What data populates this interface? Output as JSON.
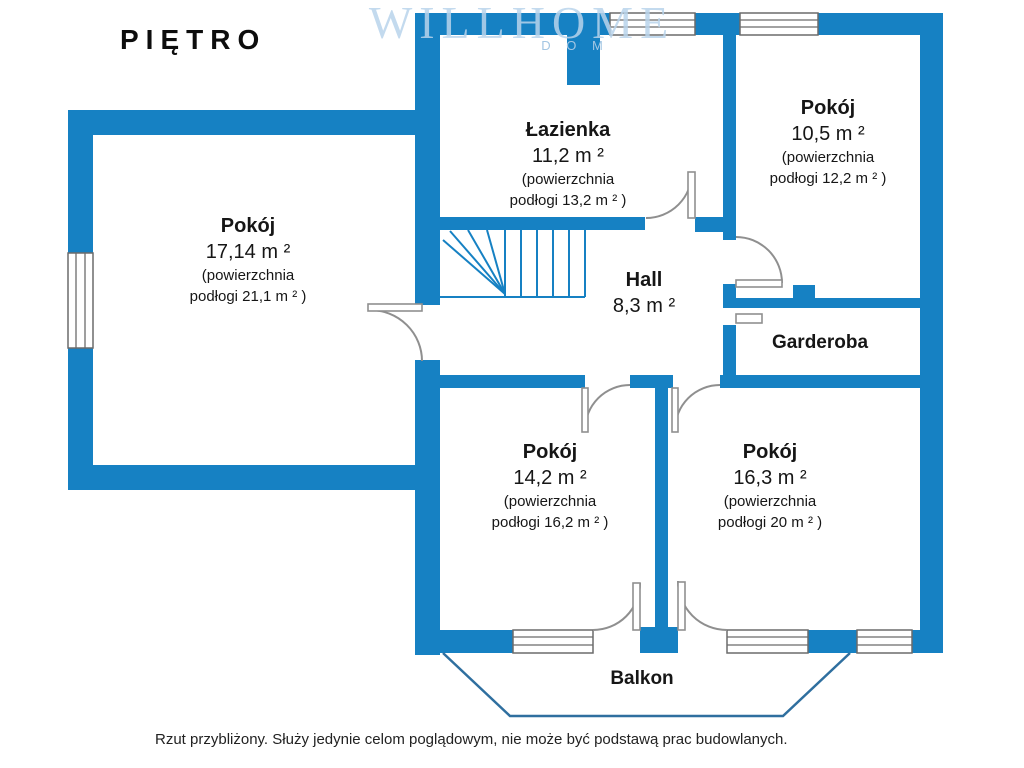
{
  "title": "PIĘTRO",
  "watermark": {
    "line1": "WILLHOME",
    "line2": "D O M"
  },
  "rooms": {
    "lazienka": {
      "name": "Łazienka",
      "area": "11,2 m ²",
      "sub1": "(powierzchnia",
      "sub2": "podłogi 13,2 m ² )"
    },
    "pokoj1": {
      "name": "Pokój",
      "area": "10,5 m ²",
      "sub1": "(powierzchnia",
      "sub2": "podłogi 12,2 m ² )"
    },
    "pokoj2": {
      "name": "Pokój",
      "area": "17,14 m ²",
      "sub1": "(powierzchnia",
      "sub2": "podłogi 21,1 m ² )"
    },
    "hall": {
      "name": "Hall",
      "area": "8,3 m ²"
    },
    "garderoba": {
      "name": "Garderoba"
    },
    "pokoj3": {
      "name": "Pokój",
      "area": "14,2 m ²",
      "sub1": "(powierzchnia",
      "sub2": "podłogi 16,2 m ² )"
    },
    "pokoj4": {
      "name": "Pokój",
      "area": "16,3 m ²",
      "sub1": "(powierzchnia",
      "sub2": "podłogi 20 m ² )"
    },
    "balkon": {
      "name": "Balkon"
    }
  },
  "disclaimer": "Rzut przybliżony. Służy jedynie celom poglądowym, nie może być podstawą prac budowlanych.",
  "colors": {
    "wall": "#1681c3",
    "balcony_line": "#2f6f9f",
    "door_line": "#8f8f8f"
  }
}
